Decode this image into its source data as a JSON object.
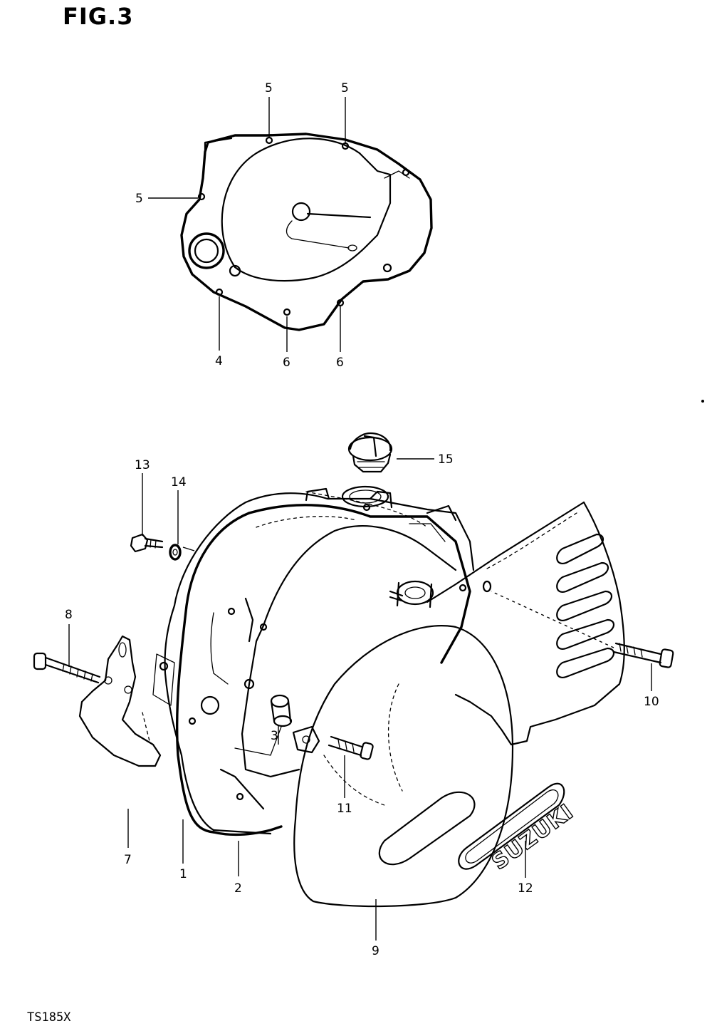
{
  "figure": {
    "title": "FIG.3",
    "model": "TS185X",
    "brand_text": "SUZUKI"
  },
  "callouts": {
    "c_5a": "5",
    "c_5b": "5",
    "c_5c": "5",
    "c_4": "4",
    "c_6a": "6",
    "c_6b": "6",
    "c_15": "15",
    "c_13": "13",
    "c_14": "14",
    "c_8": "8",
    "c_10": "10",
    "c_3": "3",
    "c_11": "11",
    "c_7": "7",
    "c_1": "1",
    "c_2": "2",
    "c_12": "12",
    "c_9": "9"
  }
}
